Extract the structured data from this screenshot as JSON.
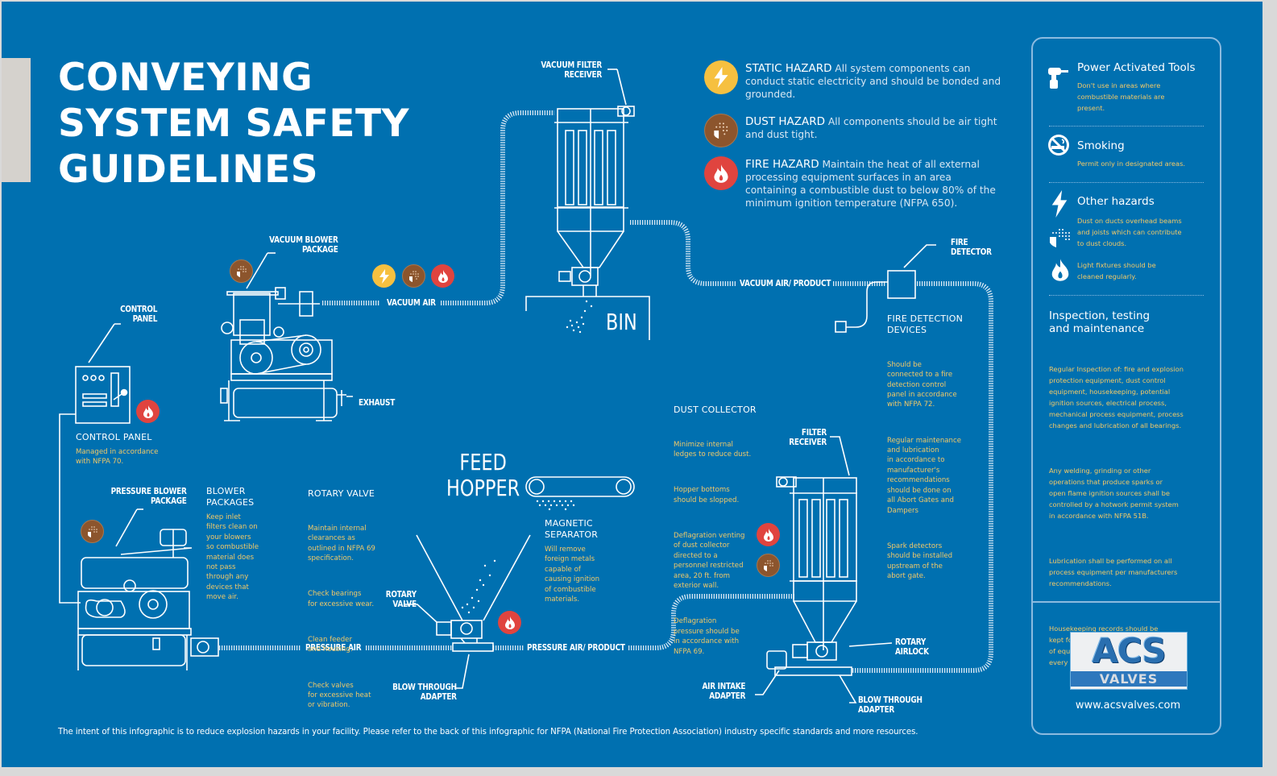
{
  "title": {
    "lines": [
      "CONVEYING",
      "SYSTEM SAFETY",
      "GUIDELINES"
    ]
  },
  "colors": {
    "background": "#0070b0",
    "text_accent": "#f2c968",
    "static_hazard": "#f6c040",
    "dust_hazard": "#8c552d",
    "fire_hazard": "#e0443f",
    "panel_border": "#8cbbe0"
  },
  "hazards": [
    {
      "icon": "lightning-icon",
      "heading": "STATIC HAZARD",
      "text": "All system components can conduct static electricity and should be bonded and grounded."
    },
    {
      "icon": "dust-icon",
      "heading": "DUST HAZARD",
      "text": "All components should be air tight and dust tight."
    },
    {
      "icon": "fire-icon",
      "heading": "FIRE HAZARD",
      "text": "Maintain the heat of all external processing equipment surfaces in an area containing a combustible dust to below 80% of the minimum ignition temperature (NFPA 650)."
    }
  ],
  "diagram_labels": {
    "vacuum_filter_receiver": [
      "VACUUM FILTER",
      "RECEIVER"
    ],
    "vacuum_blower_package": [
      "VACUUM BLOWER",
      "PACKAGE"
    ],
    "control_panel": [
      "CONTROL",
      "PANEL"
    ],
    "exhaust": "EXHAUST",
    "vacuum_air": "VACUUM AIR",
    "vacuum_air_product": "VACUUM AIR/ PRODUCT",
    "bin": "BIN",
    "fire_detector": [
      "FIRE",
      "DETECTOR"
    ],
    "pressure_blower_package": [
      "PRESSURE BLOWER",
      "PACKAGE"
    ],
    "pressure_air": "PRESSURE AIR",
    "pressure_air_product": "PRESSURE AIR/ PRODUCT",
    "rotary_valve": [
      "ROTARY",
      "VALVE"
    ],
    "blow_through_adapter_left": [
      "BLOW THROUGH",
      "ADAPTER"
    ],
    "feed_hopper": [
      "FEED",
      "HOPPER"
    ],
    "filter_receiver": [
      "FILTER",
      "RECEIVER"
    ],
    "rotary_airlock": [
      "ROTARY",
      "AIRLOCK"
    ],
    "air_intake_adapter": [
      "AIR INTAKE",
      "ADAPTER"
    ],
    "blow_through_adapter_right": [
      "BLOW THROUGH",
      "ADAPTER"
    ]
  },
  "sections": {
    "control_panel": {
      "heading": "CONTROL PANEL",
      "text": "Managed in accordance\nwith NFPA 70."
    },
    "blower_packages": {
      "heading": "BLOWER\nPACKAGES",
      "text": "Keep inlet\nfilters clean on\nyour blowers\nso combustible\nmaterial does\nnot pass\nthrough any\ndevices that\nmove air."
    },
    "rotary_valve": {
      "heading": "ROTARY VALVE",
      "paragraphs": [
        "Maintain internal\nclearances as\noutlined in NFPA 69\nspecification.",
        "Check bearings\nfor excessive wear.",
        "Clean feeder\nand housing.",
        "Check valves\nfor excessive heat\nor vibration."
      ]
    },
    "magnetic_separator": {
      "heading": "MAGNETIC\nSEPARATOR",
      "text": "Will remove\nforeign metals\ncapable of\ncausing ignition\nof combustible\nmaterials."
    },
    "dust_collector": {
      "heading": "DUST COLLECTOR",
      "paragraphs": [
        "Minimize internal\nledges to reduce dust.",
        "Hopper bottoms\nshould be slopped.",
        "Deflagration venting\nof dust collector\ndirected to a\npersonnel restricted\narea, 20 ft. from\nexterior wall.",
        "Deflagration\npressure should be\nin accordance with\nNFPA 69."
      ]
    },
    "fire_detection": {
      "heading": "FIRE DETECTION\nDEVICES",
      "paragraphs": [
        "Should be\nconnected to a fire\ndetection control\npanel in accordance\nwith NFPA 72.",
        "Regular maintenance\nand lubrication\nin accordance to\nmanufacturer's\nrecommendations\nshould be done on\nall Abort Gates and\nDampers",
        "Spark detectors\nshould be installed\nupstream of the\nabort gate."
      ]
    }
  },
  "side_panel": {
    "power_tools": {
      "icon": "power-tool-icon",
      "heading": "Power Activated Tools",
      "text": "Don't use in areas where\ncombustible materials are\npresent."
    },
    "smoking": {
      "icon": "no-smoking-icon",
      "heading": "Smoking",
      "text": "Permit only in designated areas."
    },
    "other_hazards": {
      "icon": "lightning-icon",
      "heading": "Other hazards",
      "text1": "Dust on ducts overhead beams\nand joists which can contribute\nto dust clouds.",
      "text2": "Light fixtures should be\ncleaned regularly."
    },
    "inspection": {
      "heading": "Inspection, testing\nand maintenance",
      "paragraphs": [
        "Regular Inspection of: fire and explosion\nprotection equipment, dust control\nequipment, housekeeping, potential\nignition sources, electrical process,\nmechanical process equipment, process\nchanges and lubrication of all bearings.",
        "Any welding, grinding or other\noperations that produce sparks or\nopen flame ignition sources shall be\ncontrolled by a hotwork permit system\nin accordance with NFPA 51B.",
        "Lubrication shall be performed on all\nprocess equipment per manufacturers\nrecommendations.",
        "Housekeeping records should be\nkept for one year. Do inspections\nof equipment parts and components\nevery three months or as needed."
      ]
    },
    "logo": {
      "top": "ACS",
      "bottom": "VALVES"
    },
    "url": "www.acsvalves.com"
  },
  "footer": "The intent of this infographic is to reduce explosion hazards in your facility. Please refer to the back of this infographic for NFPA (National Fire Protection Association) industry specific standards and more resources."
}
